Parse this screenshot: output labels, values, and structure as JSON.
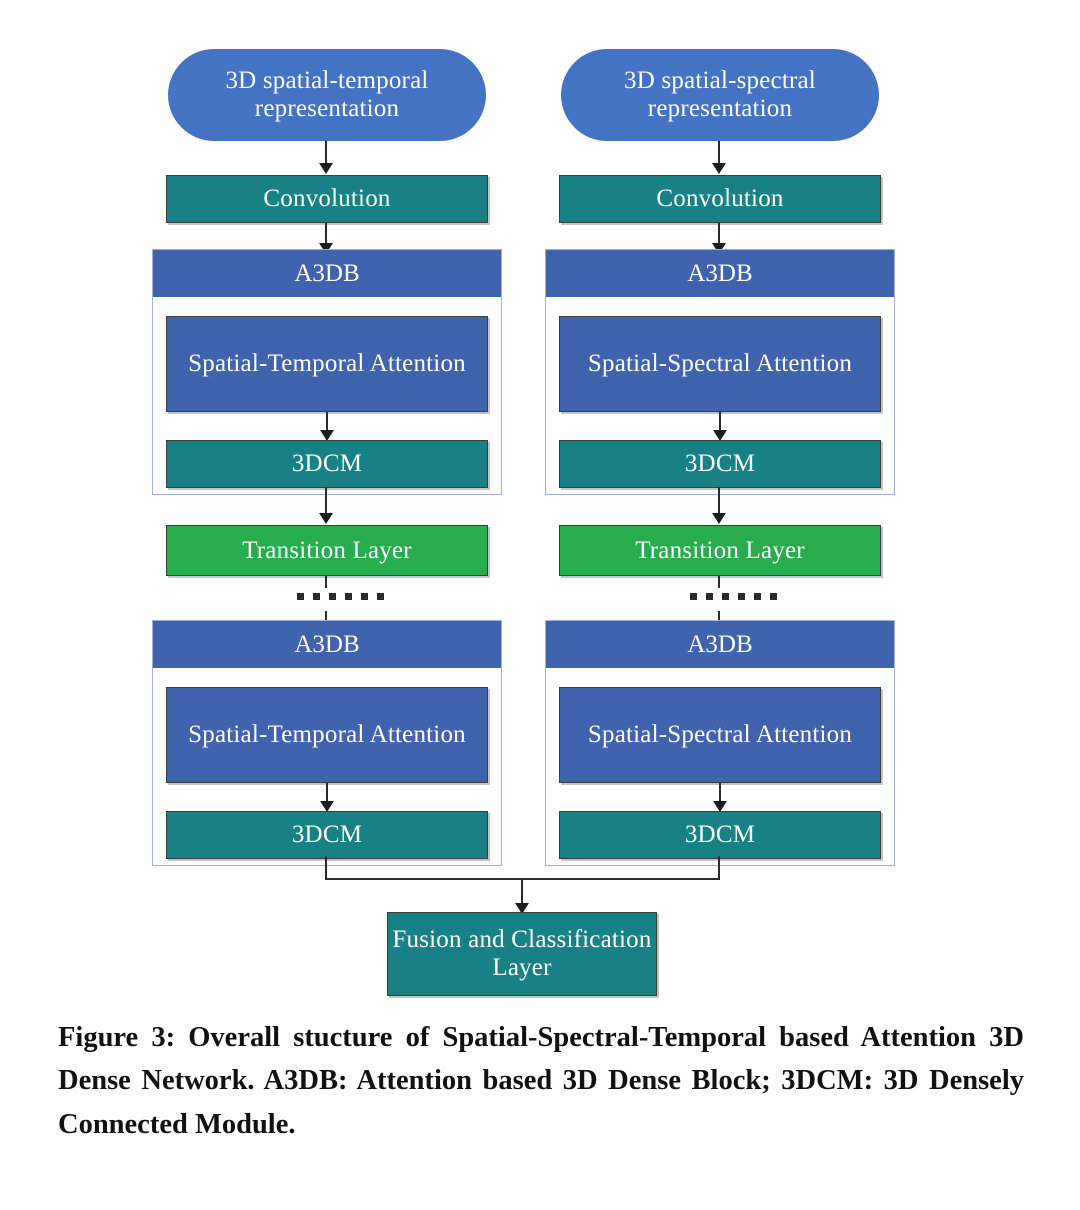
{
  "figure": {
    "caption": "Figure 3: Overall stucture of Spatial-Spectral-Temporal based Attention 3D Dense Network. A3DB: Attention based 3D Dense Block; 3DCM: 3D Densely Connected Module."
  },
  "colors": {
    "input_blue": "#4573c4",
    "block_blue": "#4063ad",
    "teal": "#178185",
    "green": "#27ad4d",
    "group_border": "#9fb0dd",
    "arrow": "#2b2b2b",
    "text": "#ffffff"
  },
  "branches": {
    "left": {
      "input": "3D spatial-temporal representation",
      "conv": "Convolution",
      "block1": {
        "title": "A3DB",
        "attention": "Spatial-Temporal Attention",
        "dcm": "3DCM"
      },
      "transition": "Transition Layer",
      "ellipsis": "......",
      "block2": {
        "title": "A3DB",
        "attention": "Spatial-Temporal Attention",
        "dcm": "3DCM"
      }
    },
    "right": {
      "input": "3D spatial-spectral representation",
      "conv": "Convolution",
      "block1": {
        "title": "A3DB",
        "attention": "Spatial-Spectral Attention",
        "dcm": "3DCM"
      },
      "transition": "Transition Layer",
      "ellipsis": "......",
      "block2": {
        "title": "A3DB",
        "attention": "Spatial-Spectral Attention",
        "dcm": "3DCM"
      }
    }
  },
  "fusion": {
    "label": "Fusion  and Classification Layer"
  },
  "chart_data": {
    "type": "diagram",
    "title": "Overall stucture of Spatial-Spectral-Temporal based Attention 3D Dense Network",
    "nodes": [
      {
        "id": "in-left",
        "label": "3D spatial-temporal representation",
        "shape": "rounded-rect",
        "color": "#4573c4"
      },
      {
        "id": "in-right",
        "label": "3D spatial-spectral representation",
        "shape": "rounded-rect",
        "color": "#4573c4"
      },
      {
        "id": "conv-left",
        "label": "Convolution",
        "shape": "rect",
        "color": "#178185"
      },
      {
        "id": "conv-right",
        "label": "Convolution",
        "shape": "rect",
        "color": "#178185"
      },
      {
        "id": "a3db-left-1",
        "label": "A3DB",
        "shape": "group",
        "color": "#4063ad"
      },
      {
        "id": "att-left-1",
        "label": "Spatial-Temporal Attention",
        "shape": "rect",
        "color": "#4063ad"
      },
      {
        "id": "dcm-left-1",
        "label": "3DCM",
        "shape": "rect",
        "color": "#178185"
      },
      {
        "id": "a3db-right-1",
        "label": "A3DB",
        "shape": "group",
        "color": "#4063ad"
      },
      {
        "id": "att-right-1",
        "label": "Spatial-Spectral Attention",
        "shape": "rect",
        "color": "#4063ad"
      },
      {
        "id": "dcm-right-1",
        "label": "3DCM",
        "shape": "rect",
        "color": "#178185"
      },
      {
        "id": "trans-left",
        "label": "Transition Layer",
        "shape": "rect",
        "color": "#27ad4d"
      },
      {
        "id": "trans-right",
        "label": "Transition Layer",
        "shape": "rect",
        "color": "#27ad4d"
      },
      {
        "id": "a3db-left-2",
        "label": "A3DB",
        "shape": "group",
        "color": "#4063ad"
      },
      {
        "id": "att-left-2",
        "label": "Spatial-Temporal Attention",
        "shape": "rect",
        "color": "#4063ad"
      },
      {
        "id": "dcm-left-2",
        "label": "3DCM",
        "shape": "rect",
        "color": "#178185"
      },
      {
        "id": "a3db-right-2",
        "label": "A3DB",
        "shape": "group",
        "color": "#4063ad"
      },
      {
        "id": "att-right-2",
        "label": "Spatial-Spectral Attention",
        "shape": "rect",
        "color": "#4063ad"
      },
      {
        "id": "dcm-right-2",
        "label": "3DCM",
        "shape": "rect",
        "color": "#178185"
      },
      {
        "id": "fusion",
        "label": "Fusion  and Classification Layer",
        "shape": "rect",
        "color": "#178185"
      }
    ],
    "edges": [
      [
        "in-left",
        "conv-left"
      ],
      [
        "conv-left",
        "a3db-left-1"
      ],
      [
        "att-left-1",
        "dcm-left-1"
      ],
      [
        "dcm-left-1",
        "trans-left"
      ],
      [
        "trans-left",
        "a3db-left-2"
      ],
      [
        "att-left-2",
        "dcm-left-2"
      ],
      [
        "dcm-left-2",
        "fusion"
      ],
      [
        "in-right",
        "conv-right"
      ],
      [
        "conv-right",
        "a3db-right-1"
      ],
      [
        "att-right-1",
        "dcm-right-1"
      ],
      [
        "dcm-right-1",
        "trans-right"
      ],
      [
        "trans-right",
        "a3db-right-2"
      ],
      [
        "att-right-2",
        "dcm-right-2"
      ],
      [
        "dcm-right-2",
        "fusion"
      ]
    ]
  }
}
